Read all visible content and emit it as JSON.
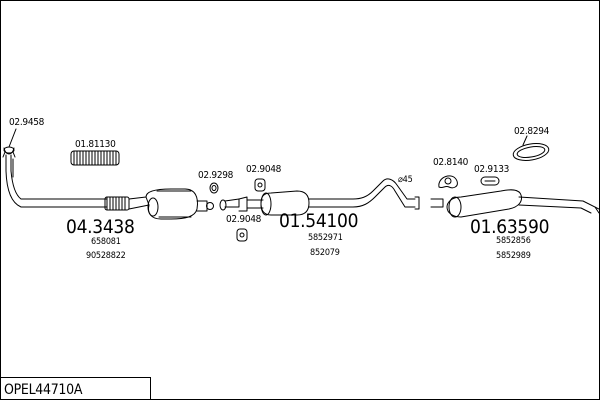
{
  "diagram": {
    "code": "OPEL44710A",
    "parts": {
      "clamp_front": "02.9458",
      "flex_pipe": "01.81130",
      "front_pipe": "04.3438",
      "front_pipe_refs": [
        "658081",
        "90528822"
      ],
      "gasket_a": "02.9298",
      "bracket_upper": "02.9048",
      "bracket_lower": "02.9048",
      "middle_silencer": "01.54100",
      "middle_silencer_refs": [
        "5852971",
        "852079"
      ],
      "diameter_note": "⌀45",
      "mount_a": "02.8140",
      "mount_b": "02.9133",
      "clamp_rear": "02.8294",
      "rear_silencer": "01.63590",
      "rear_silencer_refs": [
        "5852856",
        "5852989"
      ]
    }
  }
}
